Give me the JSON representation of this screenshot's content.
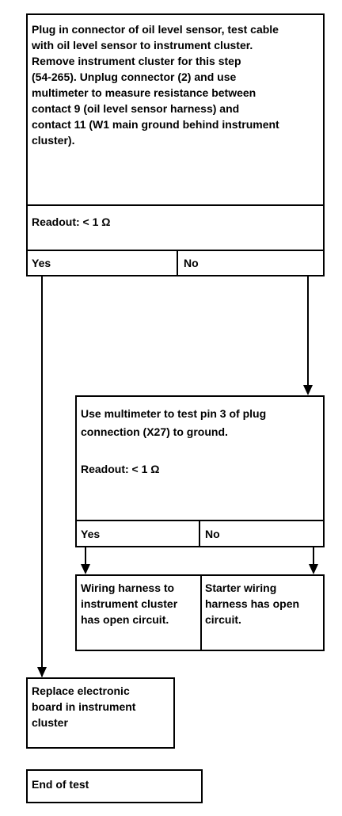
{
  "step1": {
    "text_lines": [
      "Plug in connector of oil level sensor, test cable",
      "with oil level sensor to instrument cluster.",
      "Remove instrument cluster for this step",
      "(54-265). Unplug connector (2) and use",
      "multimeter to measure resistance between",
      "contact 9 (oil level sensor harness) and",
      "contact 11 (W1 main ground behind instrument",
      "cluster)."
    ],
    "readout": "Readout:  < 1 Ω",
    "yes": "Yes",
    "no": "No"
  },
  "step2": {
    "text_lines": [
      "Use multimeter to test pin 3 of plug",
      "connection (X27) to ground."
    ],
    "readout": "Readout:  < 1 Ω",
    "yes": "Yes",
    "no": "No"
  },
  "result_wiring": {
    "text_lines": [
      "Wiring harness to",
      "instrument cluster",
      "has open circuit."
    ]
  },
  "result_starter": {
    "text_lines": [
      "Starter wiring",
      "harness has open",
      "circuit."
    ]
  },
  "result_replace": {
    "text_lines": [
      "Replace electronic",
      "board in instrument",
      "cluster"
    ]
  },
  "end": {
    "label": "End of test"
  }
}
